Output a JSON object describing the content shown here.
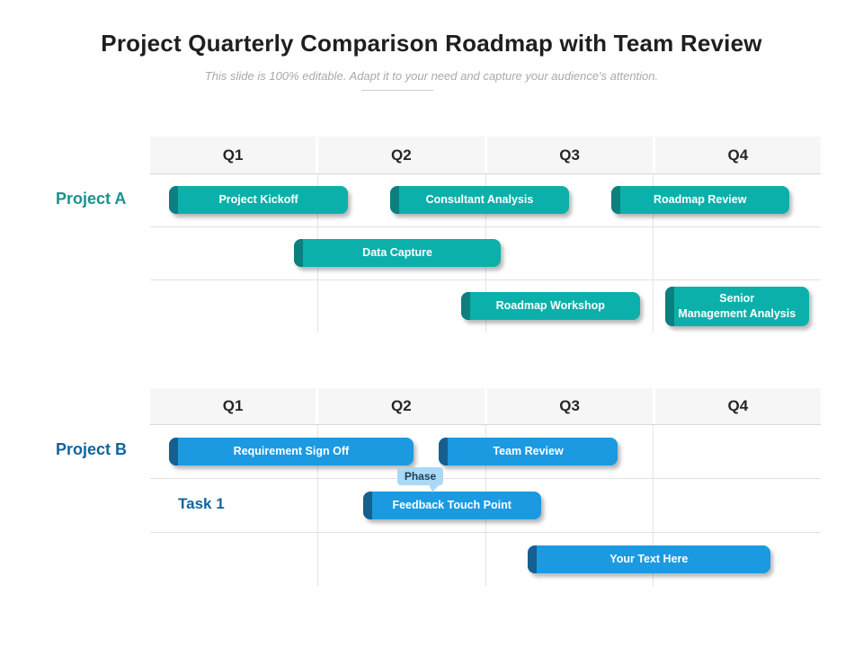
{
  "slide": {
    "title": "Project Quarterly Comparison Roadmap with Team Review",
    "subtitle": "This slide is 100% editable. Adapt it to your need and capture your audience's attention."
  },
  "quarters": [
    "Q1",
    "Q2",
    "Q3",
    "Q4"
  ],
  "colors": {
    "teal_bar": "#0cb0ab",
    "teal_edge": "#0c807e",
    "teal_label": "#1b918d",
    "blue_bar": "#1b9ae2",
    "blue_edge": "#15608f",
    "blue_label": "#10659e",
    "header_bg": "#f6f6f6",
    "grid_line": "#e4e4e4",
    "callout_bg": "#a9d9f4",
    "callout_text": "#1b3f57"
  },
  "sections": [
    {
      "name": "Project A",
      "label_color": "#1b918d",
      "bar_color": "#0cb0ab",
      "bar_edge_color": "#0c807e",
      "rows": [
        {
          "bars": [
            {
              "label": "Project Kickoff",
              "start": 0.113,
              "end": 1.18
            },
            {
              "label": "Consultant Analysis",
              "start": 1.43,
              "end": 2.5
            },
            {
              "label": "Roadmap Review",
              "start": 2.75,
              "end": 3.81
            }
          ]
        },
        {
          "bars": [
            {
              "label": "Data Capture",
              "start": 0.86,
              "end": 2.09
            }
          ]
        },
        {
          "bars": [
            {
              "label": "Roadmap Workshop",
              "start": 1.855,
              "end": 2.92
            },
            {
              "label": "Senior Management Analysis",
              "lines": [
                "Senior",
                "Management Analysis"
              ],
              "start": 3.07,
              "end": 3.93,
              "tall": true
            }
          ]
        }
      ]
    },
    {
      "name": "Project B",
      "label_color": "#10659e",
      "bar_color": "#1b9ae2",
      "bar_edge_color": "#15608f",
      "rows": [
        {
          "bars": [
            {
              "label": "Requirement Sign Off",
              "start": 0.113,
              "end": 1.57
            },
            {
              "label": "Team Review",
              "start": 1.72,
              "end": 2.79
            }
          ]
        },
        {
          "label": "Task 1",
          "bars": [
            {
              "label": "Feedback Touch Point",
              "start": 1.27,
              "end": 2.33,
              "callout": "Phase"
            }
          ]
        },
        {
          "bars": [
            {
              "label": "Your Text Here",
              "start": 2.25,
              "end": 3.7
            }
          ]
        }
      ]
    }
  ]
}
